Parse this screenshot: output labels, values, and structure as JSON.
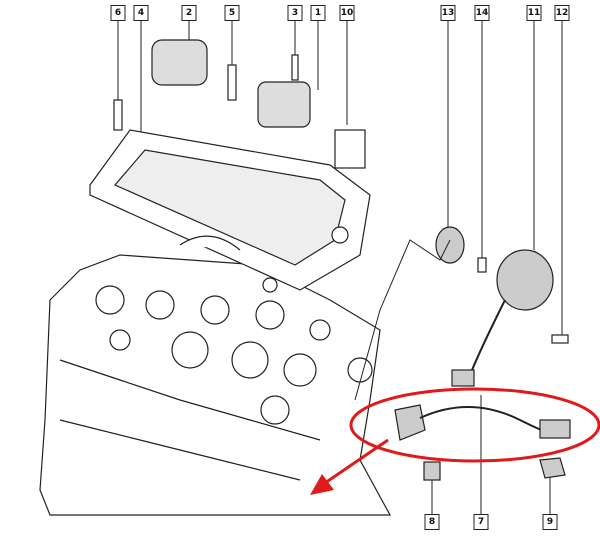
{
  "diagram": {
    "top_callouts": [
      "6",
      "4",
      "2",
      "5",
      "3",
      "1",
      "10",
      "13",
      "14",
      "11",
      "12"
    ],
    "bottom_callouts": [
      "8",
      "7",
      "9"
    ],
    "highlight_color": "#e0191b",
    "line_color": "#222222"
  }
}
